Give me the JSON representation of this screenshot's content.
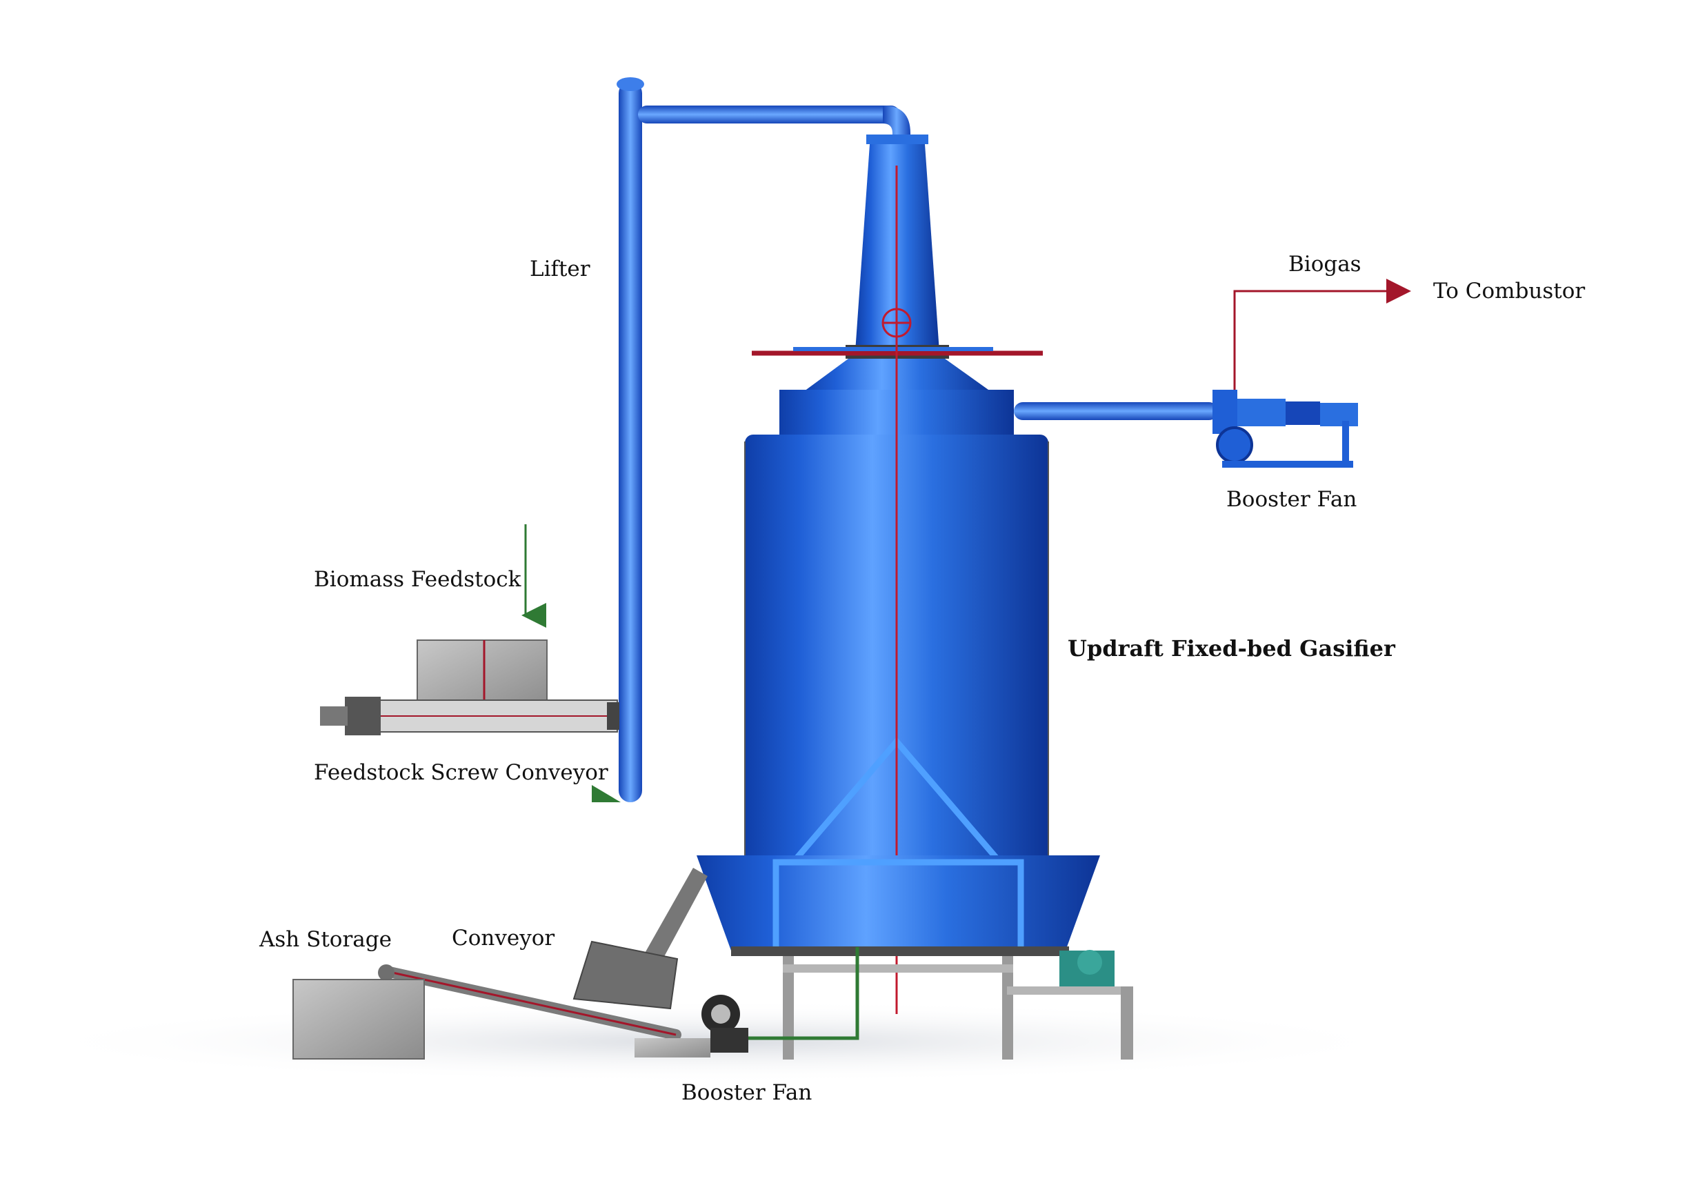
{
  "labels": {
    "lifter": "Lifter",
    "biogas": "Biogas",
    "to_combustor": "To Combustor",
    "booster_fan_top": "Booster Fan",
    "biomass_feedstock": "Biomass Feedstock",
    "gasifier": "Updraft Fixed-bed Gasifier",
    "feedstock_screw_conveyor": "Feedstock Screw Conveyor",
    "ash_storage": "Ash Storage",
    "conveyor": "Conveyor",
    "booster_fan_bottom": "Booster Fan"
  },
  "colors": {
    "vessel_blue": "#1f5fd6",
    "pipe_blue": "#2a6fe0",
    "biogas_line": "#a3162a",
    "feed_arrow": "#2f7a34",
    "steel_gray": "#9a9a9a"
  }
}
